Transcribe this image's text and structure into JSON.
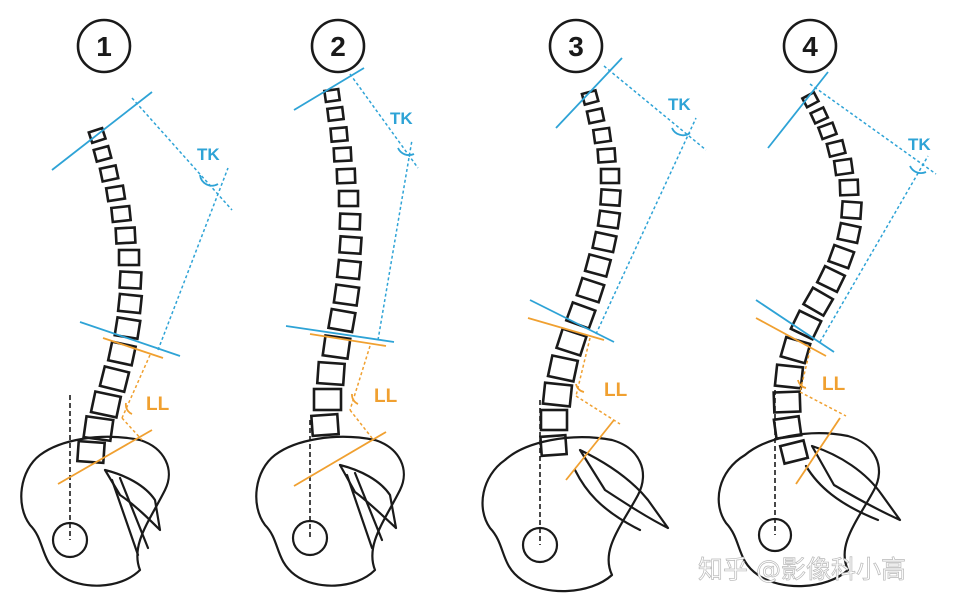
{
  "figure": {
    "panels": [
      {
        "number": "1",
        "tk_label": "TK",
        "ll_label": "LL"
      },
      {
        "number": "2",
        "tk_label": "TK",
        "ll_label": "LL"
      },
      {
        "number": "3",
        "tk_label": "TK",
        "ll_label": "LL"
      },
      {
        "number": "4",
        "tk_label": "TK",
        "ll_label": "LL"
      }
    ],
    "watermark": "知乎 @影像科小高",
    "colors": {
      "thoracic_kyphosis": "#2ea3d6",
      "lumbar_lordosis": "#f0a030",
      "outline": "#1a1a1a"
    }
  }
}
